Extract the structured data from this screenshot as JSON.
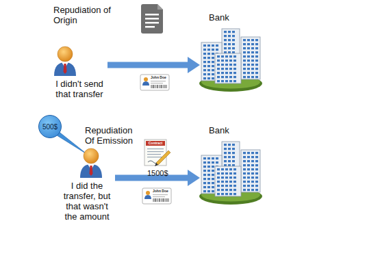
{
  "diagram": {
    "nodes": [
      {
        "text": [
          "I didn't send that transfer"
        ]
      },
      {
        "text": [
          "Bank"
        ]
      },
      {
        "text": [
          "500$"
        ]
      },
      {
        "text": [
          "I did the transfer, but that wasn't the amount"
        ]
      },
      {
        "text": [
          "Bank"
        ]
      }
    ],
    "edges": [
      {
        "from": 0,
        "to": 1,
        "arrow": "to"
      },
      {
        "from": 3,
        "to": 4,
        "arrow": "to"
      }
    ],
    "labels": [
      "Repudiation of Origin",
      "John Doe",
      "Repudiation Of Emission",
      "Contract",
      "1500$",
      "John Doe"
    ]
  }
}
